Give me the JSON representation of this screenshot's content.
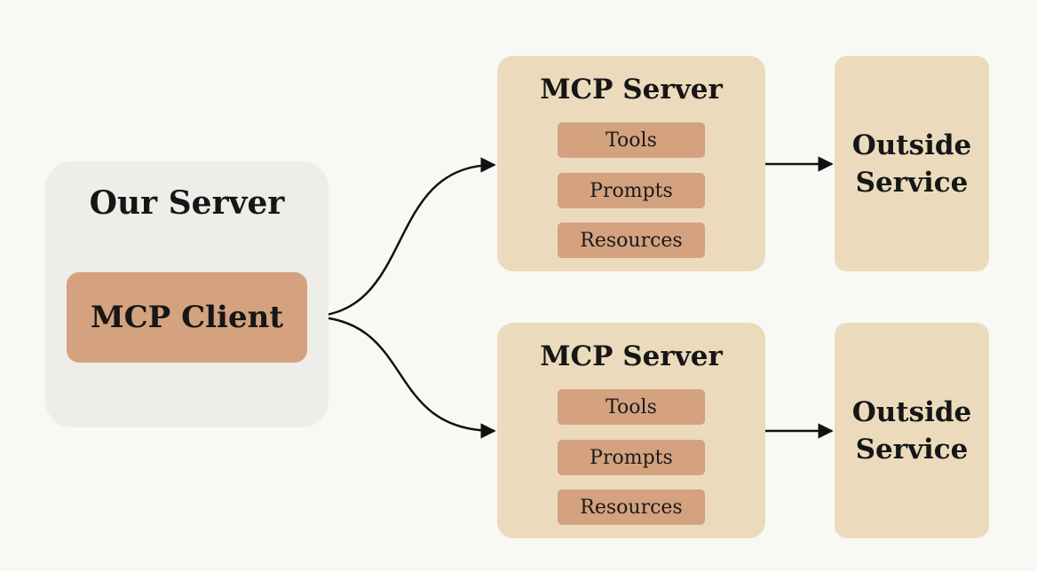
{
  "our_server": {
    "title": "Our Server",
    "client_label": "MCP Client"
  },
  "mcp_servers": [
    {
      "title": "MCP Server",
      "capabilities": [
        "Tools",
        "Prompts",
        "Resources"
      ],
      "outside_service": "Outside Service"
    },
    {
      "title": "MCP Server",
      "capabilities": [
        "Tools",
        "Prompts",
        "Resources"
      ],
      "outside_service": "Outside Service"
    }
  ],
  "colors": {
    "background": "#f8f8f5",
    "our_server_fill": "#efede9",
    "client_fill": "#d4a27f",
    "mcp_server_fill": "#ebdbbc",
    "capability_fill": "#d4a27f",
    "outside_service_fill": "#ebdbbc",
    "arrow": "#111111",
    "text": "#161616"
  }
}
